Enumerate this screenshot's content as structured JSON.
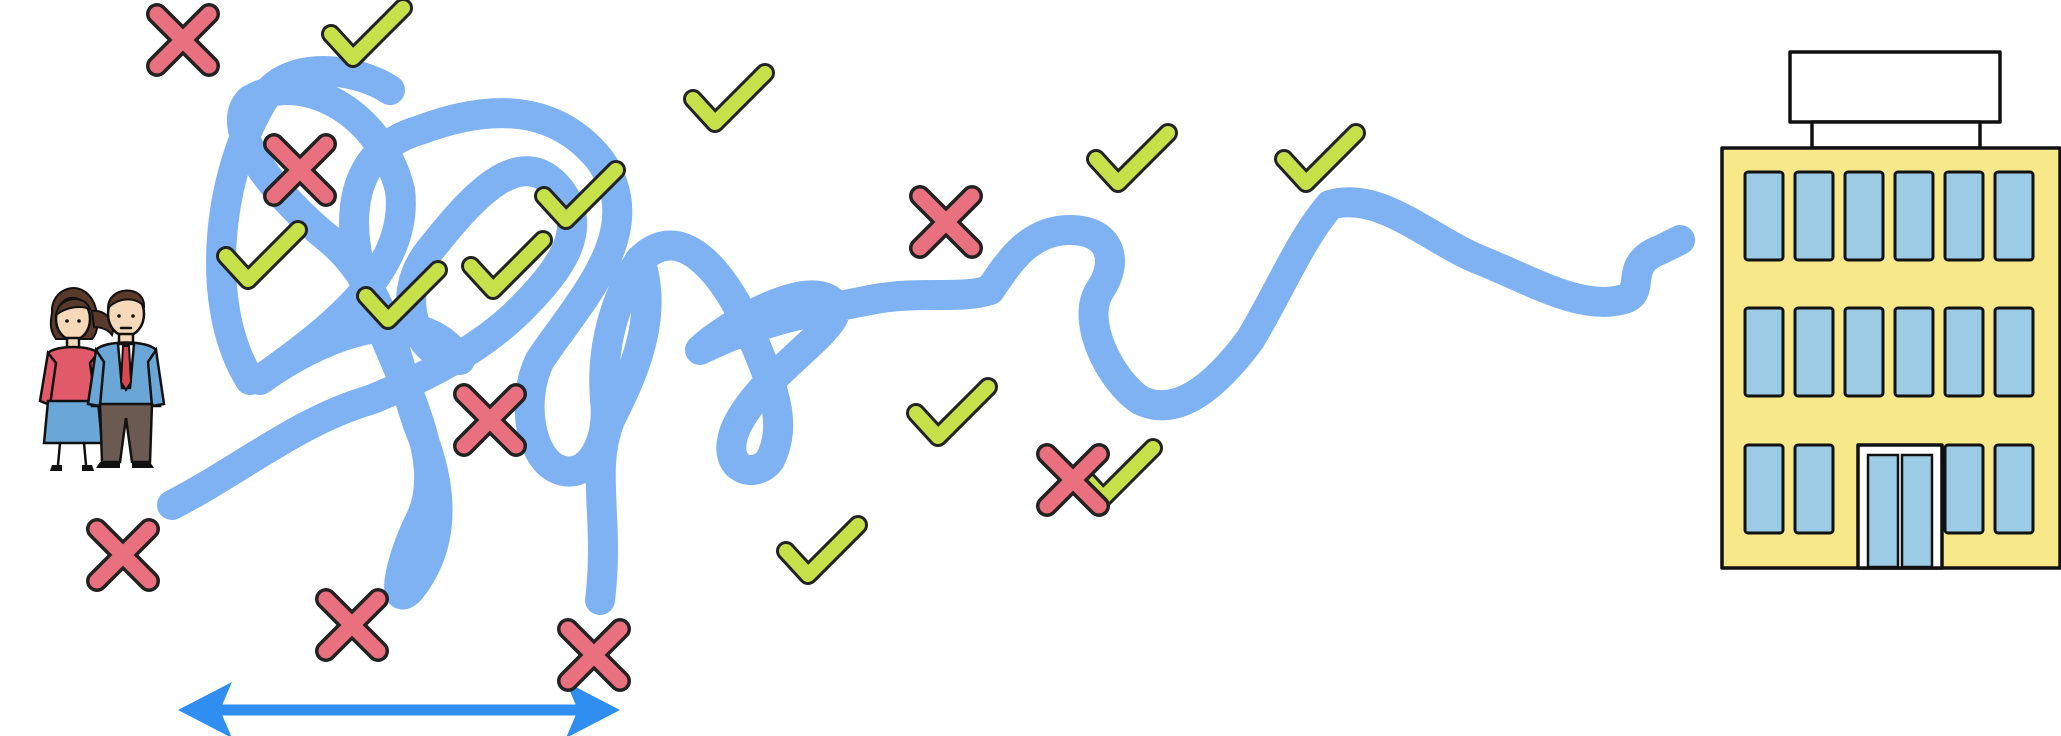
{
  "colors": {
    "background": "#ffffff",
    "path_blue": "#7fb2f2",
    "arrow_blue": "#2f8ef0",
    "check_green": "#c6e04a",
    "cross_red": "#e8707f",
    "building_yellow": "#f7e98a",
    "window_blue": "#9ccbe6",
    "woman_top": "#e05a6a",
    "woman_skirt": "#6aa7d6",
    "man_jacket": "#6aa7d6",
    "man_trousers": "#6b5a52",
    "tie_red": "#d8484f",
    "skin": "#f6d9b8",
    "hair_brown": "#5a3a2a"
  },
  "icons": {
    "people": [
      "woman-figure",
      "man-figure"
    ],
    "destination": "office-building",
    "success_marker": "check-icon",
    "failure_marker": "cross-icon",
    "measure": "double-headed-arrow"
  },
  "markers": {
    "check_count": 11,
    "cross_count": 8
  }
}
